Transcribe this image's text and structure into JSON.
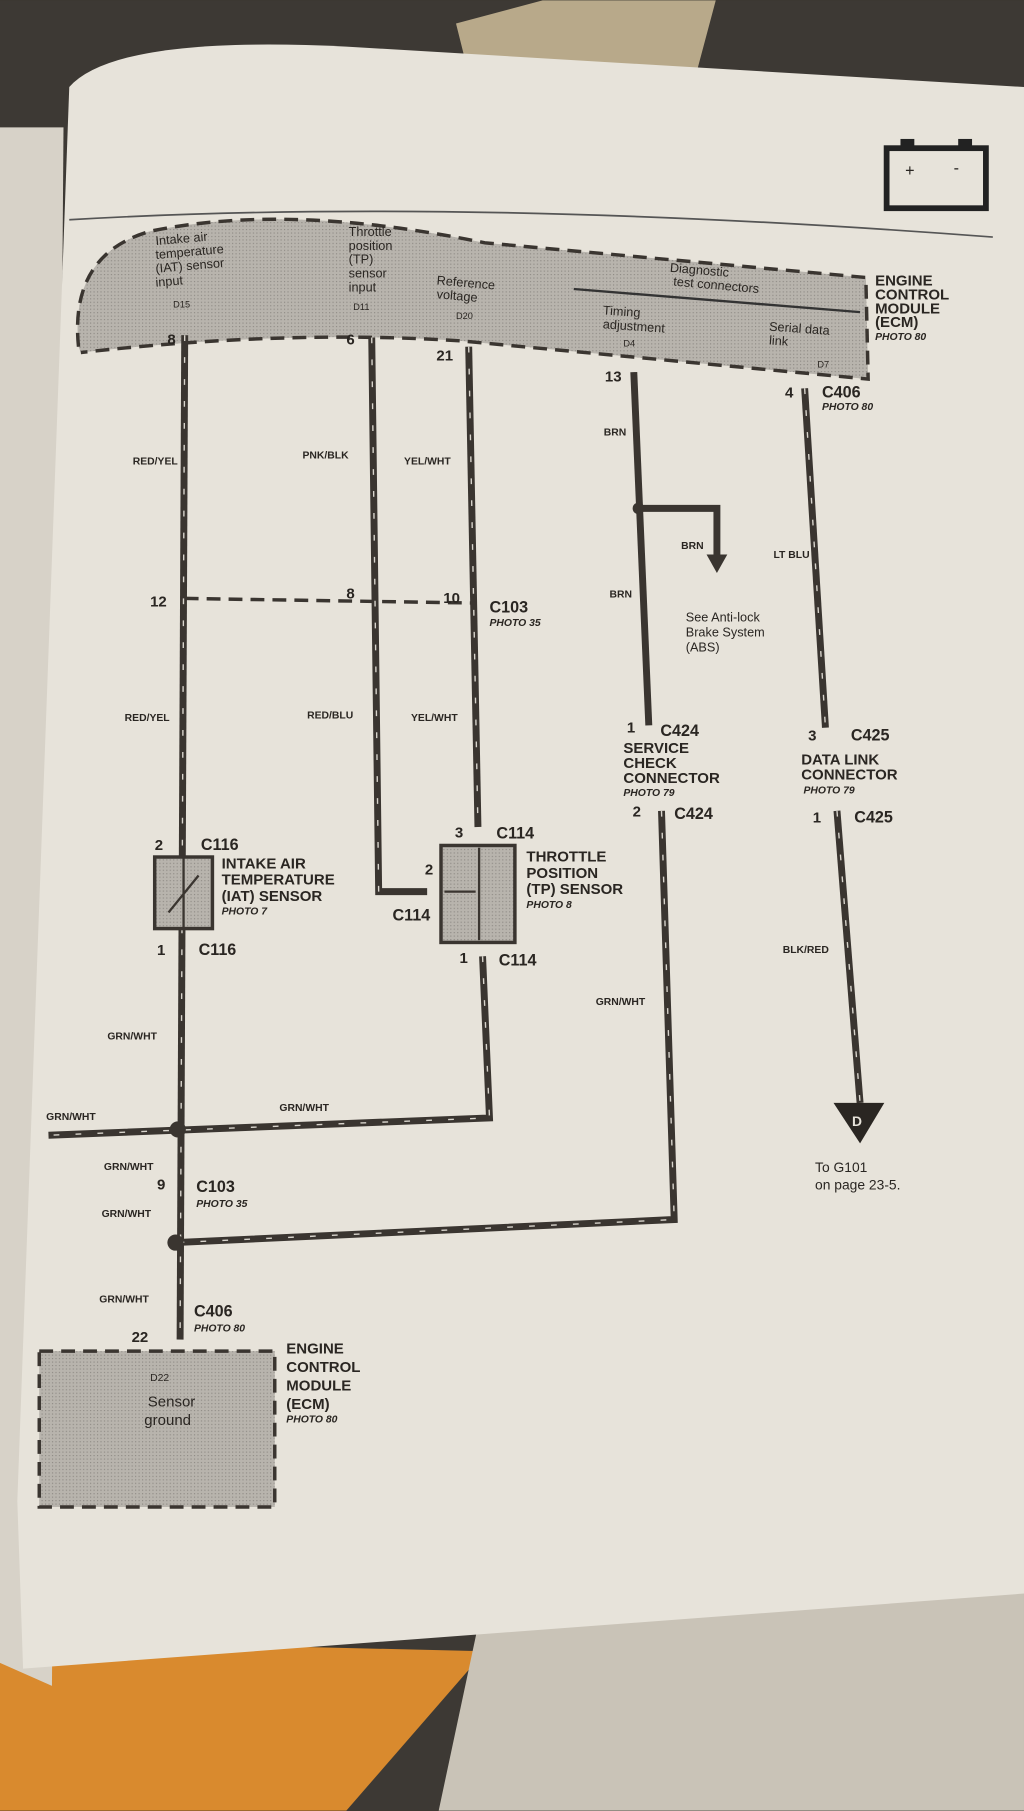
{
  "ecm_top": {
    "label": [
      "ENGINE",
      "CONTROL",
      "MODULE",
      "(ECM)"
    ],
    "photo": "PHOTO 80",
    "group_label": [
      "Diagnostic",
      "test connectors"
    ],
    "terminals": [
      {
        "name": [
          "Intake air",
          "temperature",
          "(IAT) sensor",
          "input"
        ],
        "code": "D15",
        "pin": "8"
      },
      {
        "name": [
          "Throttle",
          "position",
          "(TP)",
          "sensor",
          "input"
        ],
        "code": "D11",
        "pin": "6"
      },
      {
        "name": [
          "Reference",
          "voltage"
        ],
        "code": "D20",
        "pin": "21"
      },
      {
        "name": [
          "Timing",
          "adjustment"
        ],
        "code": "D4",
        "pin": "13"
      },
      {
        "name": [
          "Serial data",
          "link"
        ],
        "code": "D7",
        "pin": "4"
      }
    ],
    "connector": "C406",
    "connector_photo": "PHOTO 80"
  },
  "wires": {
    "iat_upper": "RED/YEL",
    "tp_upper": "PNK/BLK",
    "ref_upper": "YEL/WHT",
    "timing_upper": "BRN",
    "timing_branch": "BRN",
    "timing_lower": "BRN",
    "serial": "LT BLU",
    "iat_lower": "RED/YEL",
    "tp_lower": "RED/BLU",
    "ref_lower": "YEL/WHT",
    "iat_ground": "GRN/WHT",
    "tp_ground": "GRN/WHT",
    "left_ground": "GRN/WHT",
    "c103_upper": "GRN/WHT",
    "c103_lower": "GRN/WHT",
    "ecm_ground": "GRN/WHT",
    "service_ground": "GRN/WHT",
    "dlc_ground": "BLK/RED"
  },
  "c103": {
    "label": "C103",
    "photo": "PHOTO 35",
    "pins": [
      "12",
      "8",
      "10"
    ],
    "lower_pin": "9"
  },
  "abs_ref": [
    "See Anti-lock",
    "Brake System",
    "(ABS)"
  ],
  "iat_sensor": {
    "name": [
      "INTAKE AIR",
      "TEMPERATURE",
      "(IAT) SENSOR"
    ],
    "photo": "PHOTO 7",
    "connector": "C116",
    "pin_top": "2",
    "pin_bottom": "1"
  },
  "tp_sensor": {
    "name": [
      "THROTTLE",
      "POSITION",
      "(TP) SENSOR"
    ],
    "photo": "PHOTO 8",
    "connector": "C114",
    "pin_top": "3",
    "pin_side": "2",
    "pin_bottom": "1"
  },
  "service_check": {
    "name": [
      "SERVICE",
      "CHECK",
      "CONNECTOR"
    ],
    "photo": "PHOTO 79",
    "connector": "C424",
    "pin_top": "1",
    "pin_bottom": "2"
  },
  "dlc": {
    "name": [
      "DATA LINK",
      "CONNECTOR"
    ],
    "photo": "PHOTO 79",
    "connector": "C425",
    "pin_top": "3",
    "pin_bottom": "1"
  },
  "ground_ref": {
    "letter": "D",
    "text": [
      "To G101",
      "on page 23-5."
    ]
  },
  "ecm_bottom": {
    "label": [
      "ENGINE",
      "CONTROL",
      "MODULE",
      "(ECM)"
    ],
    "photo": "PHOTO 80",
    "code": "D22",
    "name": [
      "Sensor",
      "ground"
    ],
    "pin": "22",
    "connector": "C406",
    "connector_photo": "PHOTO 80"
  }
}
